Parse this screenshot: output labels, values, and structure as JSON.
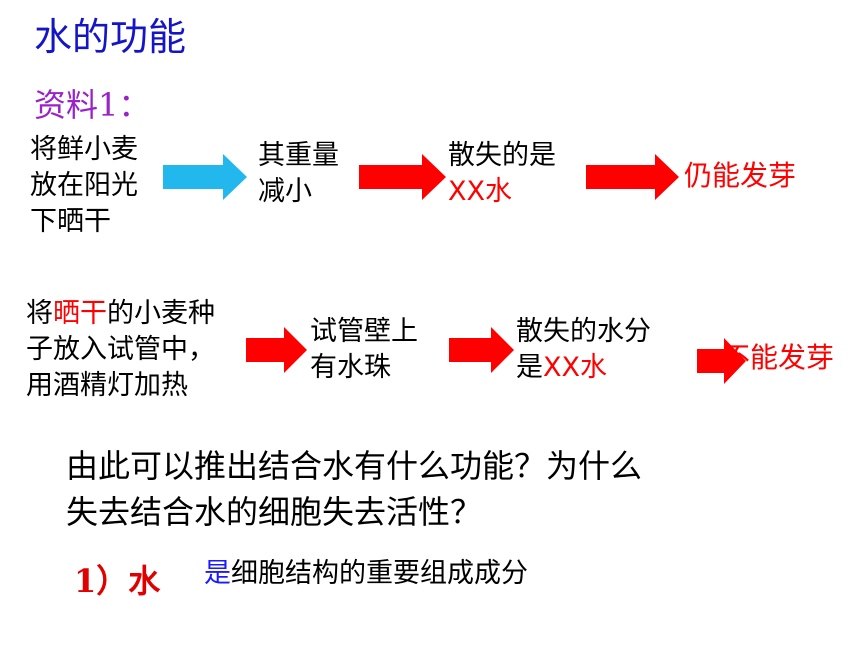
{
  "title": "水的功能",
  "material_label": "资料1：",
  "row1": {
    "box1": [
      "将鲜小麦",
      "放在阳光",
      "下晒干"
    ],
    "box2": [
      "其重量",
      "减小"
    ],
    "box3_line1": "散失的是",
    "box3_line2": "XX水",
    "result": "仍能发芽"
  },
  "row2": {
    "box1_pre": "将",
    "box1_highlight": "晒干",
    "box1_post": "的小麦种",
    "box1_line2": "子放入试管中，",
    "box1_line3": "用酒精灯加热",
    "box2": [
      "试管壁上",
      "有水珠"
    ],
    "box3_line1": "散失的水分",
    "box3_line2_pre": "是",
    "box3_line2_highlight": "XX水",
    "result": "不能发芽"
  },
  "question": [
    "由此可以推出结合水有什么功能？为什么",
    "失去结合水的细胞失去活性？"
  ],
  "answer": {
    "number": "1）水",
    "highlight": "是",
    "rest": "细胞结构的重要组成成分"
  },
  "colors": {
    "title": "#1515c8",
    "label": "#9a22c9",
    "arrow_blue": "#22b8ee",
    "arrow_red": "#ff0000"
  }
}
